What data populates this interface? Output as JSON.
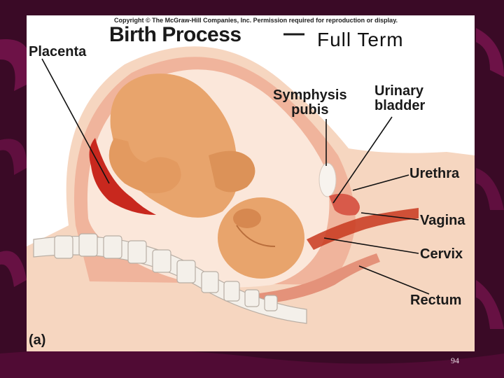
{
  "copyright": "Copyright © The McGraw-Hill Companies, Inc. Permission required for reproduction or display.",
  "title": {
    "main": "Birth Process",
    "dash": "—",
    "sub": "Full Term"
  },
  "labels": {
    "placenta": "Placenta",
    "symphysis_line1": "Symphysis",
    "symphysis_line2": "pubis",
    "urinary_line1": "Urinary",
    "urinary_line2": "bladder",
    "urethra": "Urethra",
    "vagina": "Vagina",
    "cervix": "Cervix",
    "rectum": "Rectum",
    "part": "(a)"
  },
  "page_number": "94",
  "colors": {
    "background": "#3a0a26",
    "background_stripe": "#7a1450",
    "skin": "#e8a46c",
    "uterus_wall": "#f0b49c",
    "placenta": "#c8281e",
    "spine": "#f4f0ea"
  }
}
